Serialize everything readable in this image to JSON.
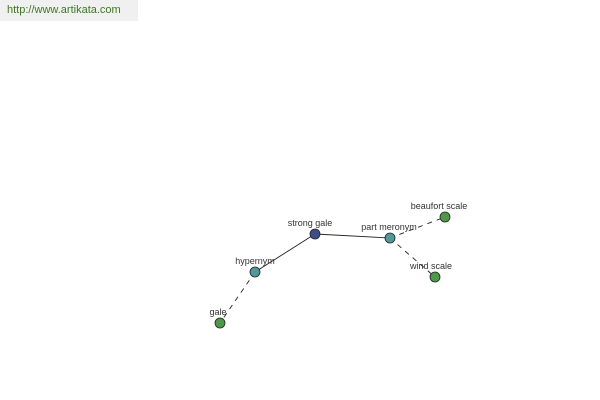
{
  "site": {
    "url": "http://www.artikata.com"
  },
  "colors": {
    "center_node": "#3c4f8c",
    "relation_node": "#4f9a9a",
    "leaf_node": "#4c9a45",
    "edge": "#222222",
    "url_text": "#3c7a1e"
  },
  "graph": {
    "nodes": [
      {
        "id": "strong-gale",
        "label": "strong gale",
        "kind": "center"
      },
      {
        "id": "hypernym",
        "label": "hypernym",
        "kind": "relation"
      },
      {
        "id": "part-meronym",
        "label": "part meronym",
        "kind": "relation"
      },
      {
        "id": "gale",
        "label": "gale",
        "kind": "leaf"
      },
      {
        "id": "beaufort-scale",
        "label": "beaufort scale",
        "kind": "leaf"
      },
      {
        "id": "wind-scale",
        "label": "wind scale",
        "kind": "leaf"
      }
    ],
    "edges": [
      {
        "from": "strong-gale",
        "to": "hypernym",
        "style": "solid"
      },
      {
        "from": "strong-gale",
        "to": "part-meronym",
        "style": "solid"
      },
      {
        "from": "hypernym",
        "to": "gale",
        "style": "dashed"
      },
      {
        "from": "part-meronym",
        "to": "beaufort-scale",
        "style": "dashed"
      },
      {
        "from": "part-meronym",
        "to": "wind-scale",
        "style": "dashed"
      }
    ]
  }
}
